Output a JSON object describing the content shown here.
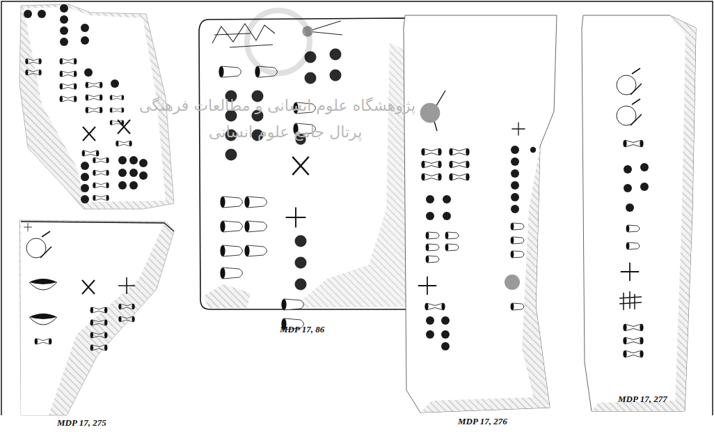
{
  "diagram": {
    "labels": [
      "MDP 17, 275",
      "MDP 17, 86",
      "MDP 17, 276",
      "MDP 17, 277",
      "پژوهشگاه علوم انسانی و مطالعات فرهنگی",
      "پرتال جامع علوم انسانی"
    ]
  }
}
